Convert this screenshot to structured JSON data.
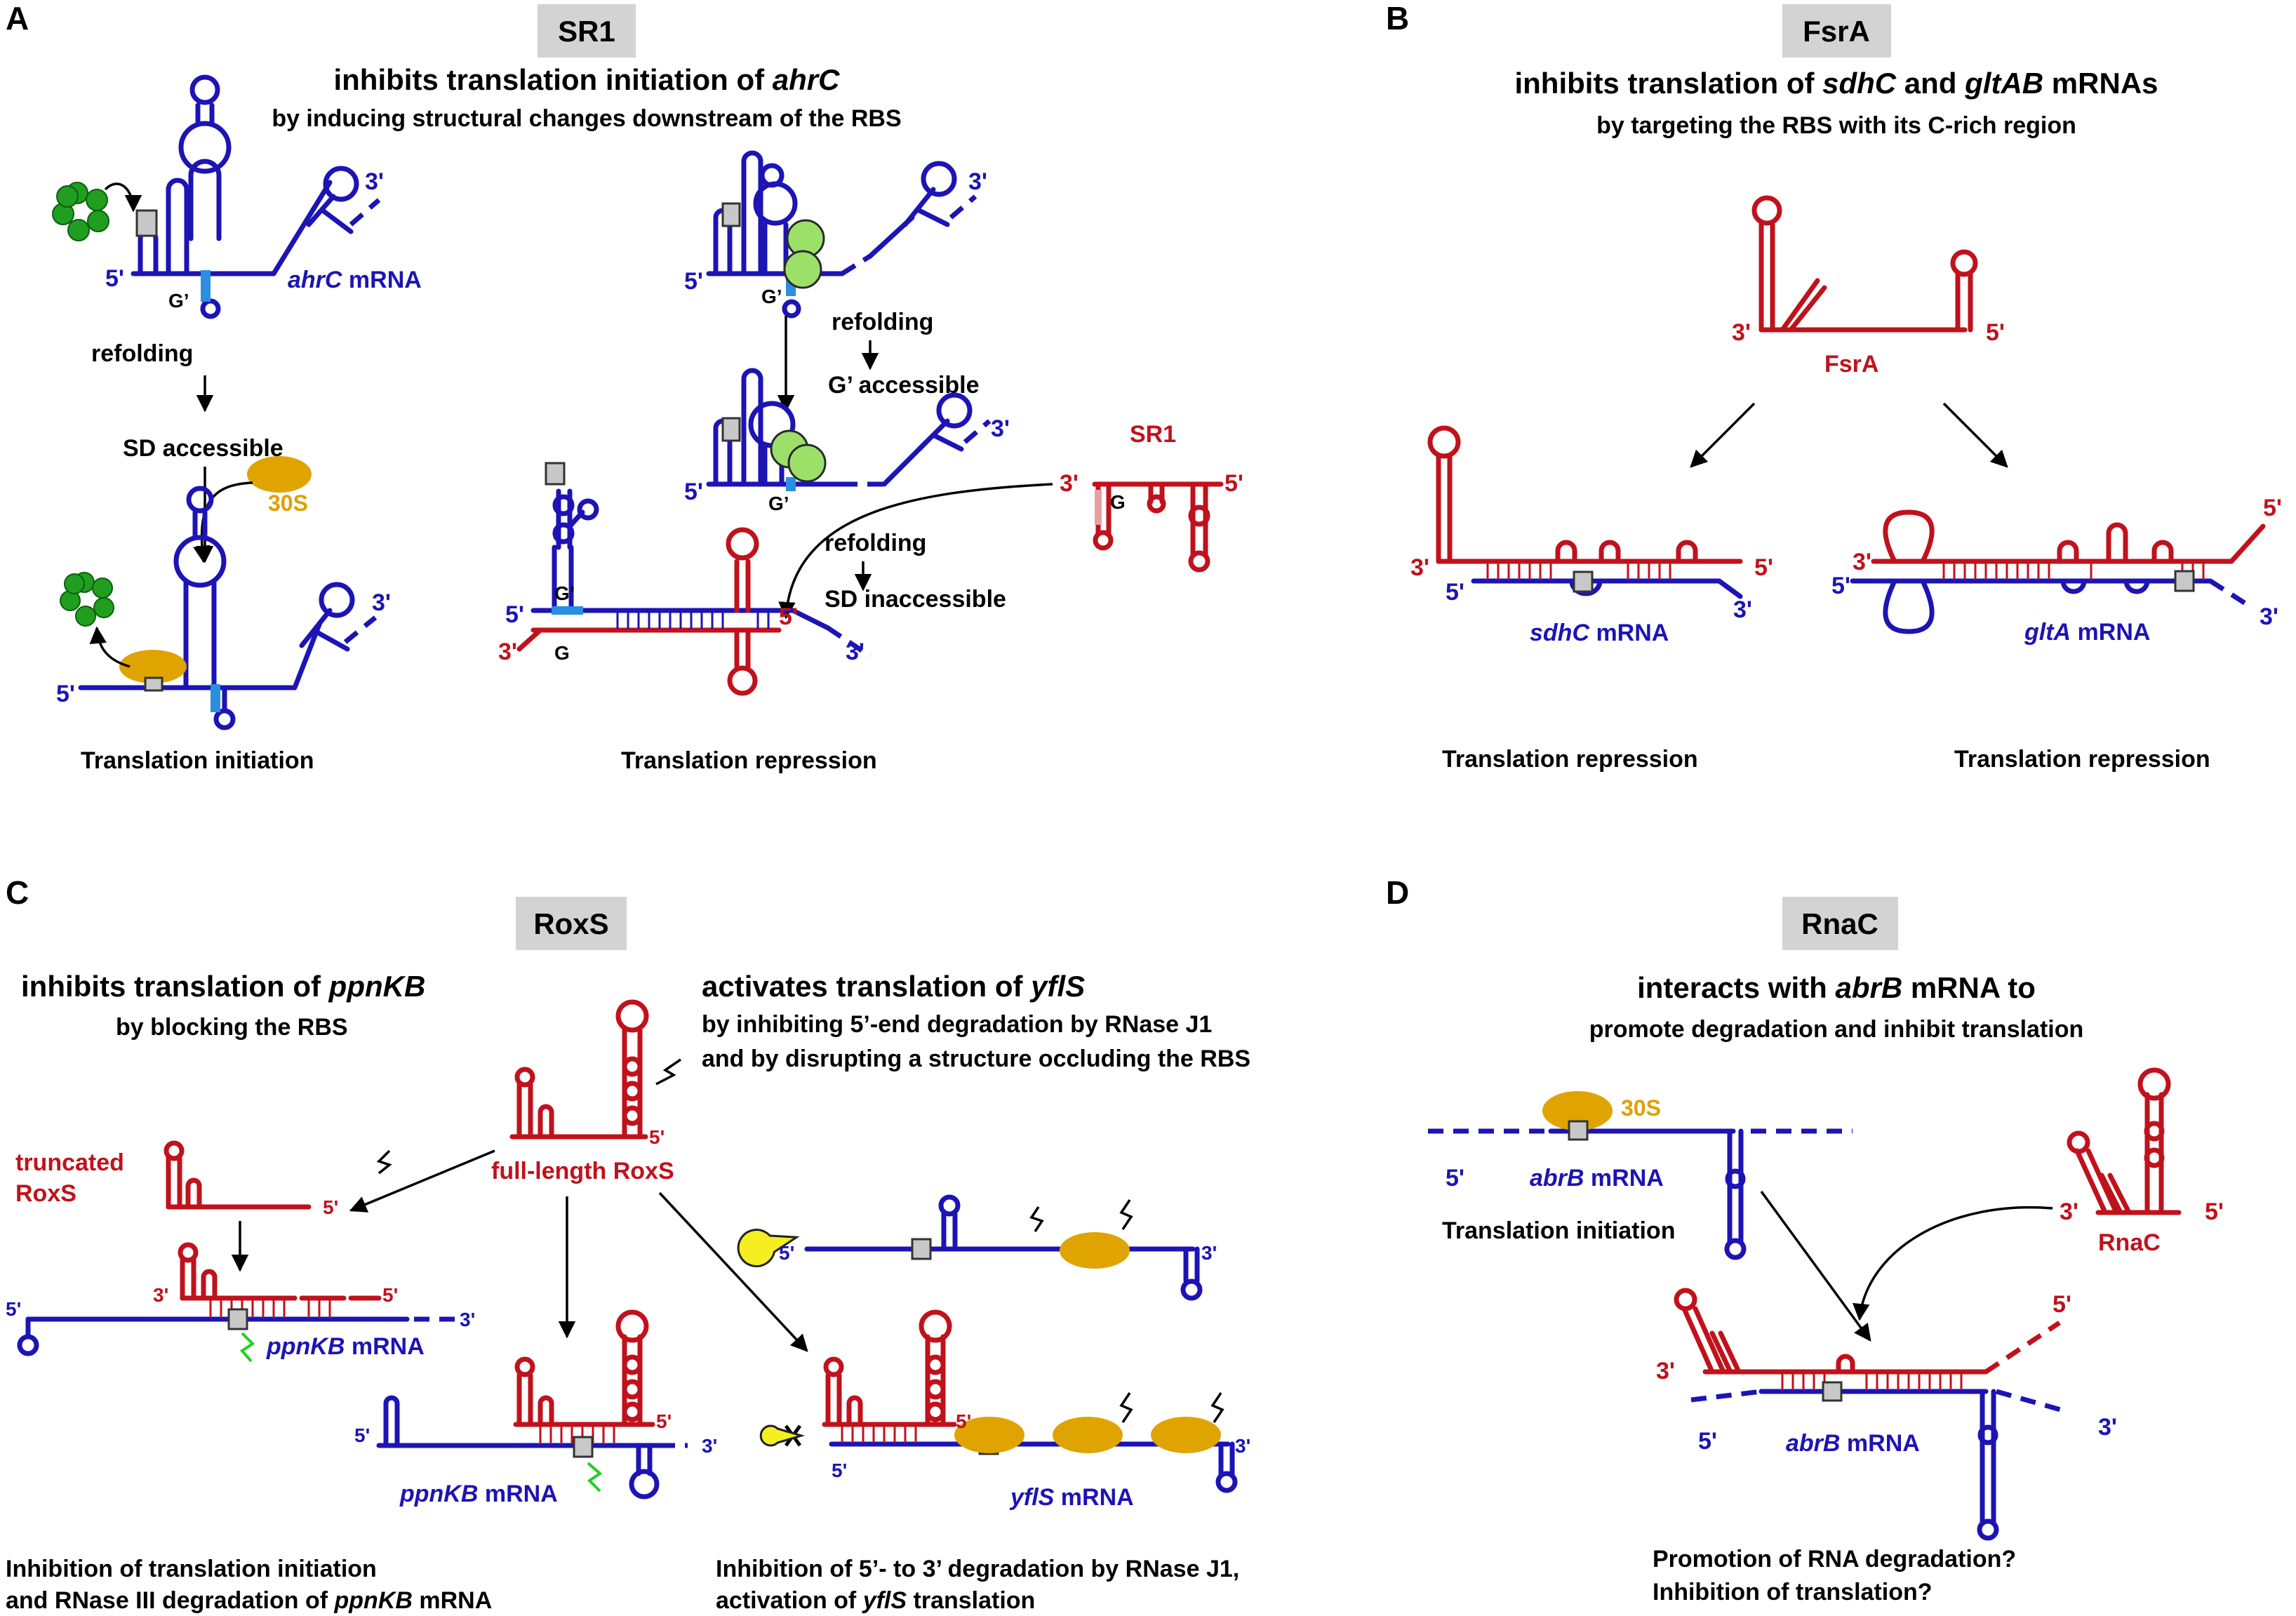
{
  "panels": {
    "A": {
      "letter": "A",
      "tag": "SR1",
      "title_prefix": "inhibits translation initiation of ",
      "title_gene": "ahrC",
      "subtitle": "by inducing structural changes downstream of the RBS",
      "labels": {
        "mrna_gene": "ahrC",
        "mrna_suffix": " mRNA",
        "g_prime": "G’",
        "refolding": "refolding",
        "sd_accessible": "SD accessible",
        "s30": "30S",
        "translation_initiation": "Translation initiation",
        "refolding2": "refolding",
        "g_accessible": "G’ accessible",
        "sr1": "SR1",
        "g": "G",
        "refolding3": "refolding",
        "sd_inaccessible": "SD inaccessible",
        "translation_repression": "Translation repression",
        "five": "5'",
        "three": "3'"
      }
    },
    "B": {
      "letter": "B",
      "tag": "FsrA",
      "title_a": "inhibits translation of ",
      "title_g1": "sdhC",
      "title_b": " and ",
      "title_g2": "gltAB",
      "title_c": " mRNAs",
      "subtitle": "by targeting the RBS with its C-rich region",
      "labels": {
        "fsra": "FsrA",
        "sdhc_gene": "sdhC",
        "glta_gene": "gltA",
        "mrna_suffix": " mRNA",
        "repression_left": "Translation repression",
        "repression_right": "Translation repression",
        "five": "5'",
        "three": "3'"
      }
    },
    "C": {
      "letter": "C",
      "tag": "RoxS",
      "left_title_prefix": "inhibits translation of ",
      "left_title_gene": "ppnKB",
      "left_sub": "by blocking the RBS",
      "right_title_prefix": "activates translation of ",
      "right_title_gene": "yflS",
      "right_sub1": "by inhibiting 5’-end degradation by RNase J1",
      "right_sub2": "and by disrupting a structure occluding the RBS",
      "labels": {
        "truncated1": "truncated",
        "truncated2": "RoxS",
        "full_length": "full-length RoxS",
        "ppnkb_gene": "ppnKB",
        "yfls_gene": "yflS",
        "mrna_suffix": " mRNA",
        "bottom_left1": "Inhibition of  translation initiation",
        "bottom_left2_prefix": "and RNase III degradation of ",
        "bottom_left2_gene": "ppnKB",
        "bottom_left2_suffix": " mRNA",
        "bottom_right1": "Inhibition of 5’- to 3’ degradation by RNase J1,",
        "bottom_right2_prefix": "activation of ",
        "bottom_right2_gene": "yflS",
        "bottom_right2_suffix": " translation",
        "five": "5'",
        "three": "3'"
      }
    },
    "D": {
      "letter": "D",
      "tag": "RnaC",
      "title_prefix": "interacts with ",
      "title_gene": "abrB",
      "title_suffix": " mRNA to",
      "subtitle": "promote degradation and inhibit translation",
      "labels": {
        "s30": "30S",
        "abrb_gene": "abrB",
        "mrna_suffix": " mRNA",
        "translation_initiation": "Translation initiation",
        "rnac": "RnaC",
        "question1": "Promotion of RNA degradation?",
        "question2": "Inhibition of translation?",
        "five": "5'",
        "three": "3'"
      }
    }
  },
  "colors": {
    "mrna_blue": "#1c14b4",
    "srna_red": "#c0121c",
    "ribosome_orange": "#e0a400",
    "tag_gray": "#d3d3d3",
    "metabolite_green": "#1f9e1f",
    "protein_lightgreen": "#9ce06a"
  }
}
